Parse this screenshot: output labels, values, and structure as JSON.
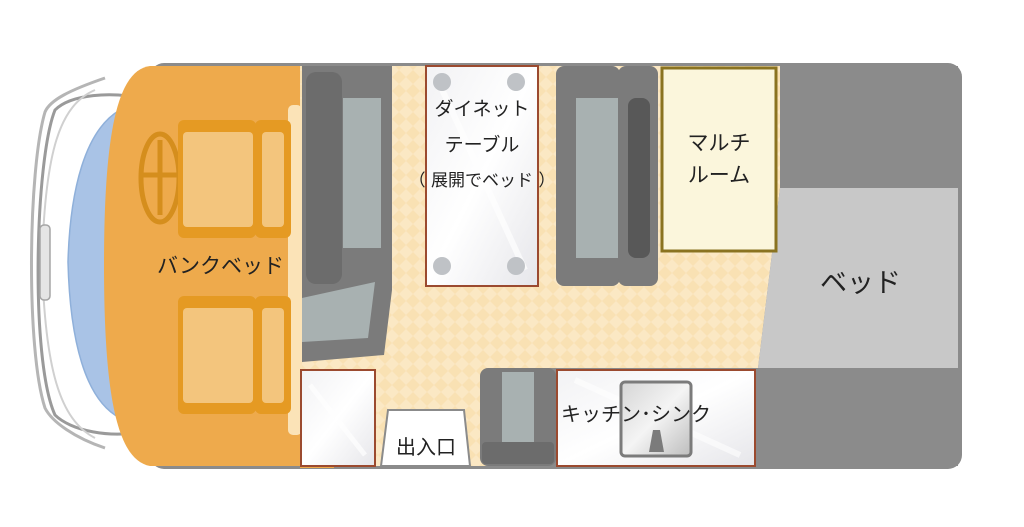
{
  "zones": {
    "bunk_bed": "バンクベッド",
    "dinette_table": [
      "ダイネット",
      "テーブル",
      "（ 展開でベッド ）"
    ],
    "multi_room": [
      "マルチ",
      "ルーム"
    ],
    "bed": "ベッド",
    "kitchen_sink": "キッチン･シンク",
    "entrance": "出入口"
  },
  "colors": {
    "cab_orange": "#eeaa4c",
    "seat_orange": "#e59a23",
    "seat_cushion": "#f3c57d",
    "floor_check": "#fbe5bb",
    "wall_gray": "#8b8b8b",
    "seat_gray": "#7b7b7b",
    "cushion_gray": "#a8b1b1",
    "bed_gray": "#c8c8c8",
    "table_border": "#9b4a2f",
    "multi_room_fill": "#fbf6dc",
    "multi_room_border": "#8a7320",
    "windshield_blue": "#a9c3e6"
  }
}
